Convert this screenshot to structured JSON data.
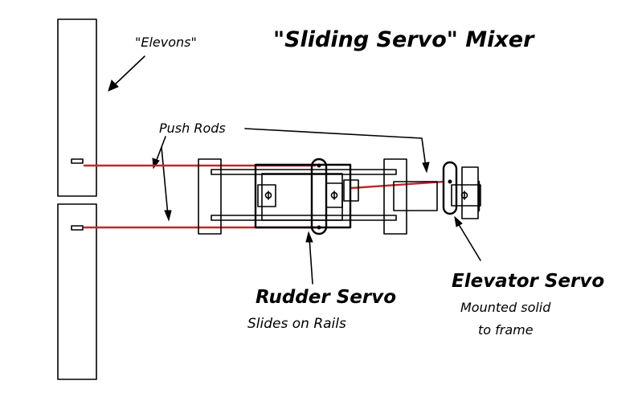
{
  "diagram": {
    "title": "\"Sliding Servo\" Mixer",
    "labels": {
      "elevons": "\"Elevons\"",
      "push_rods": "Push Rods",
      "rudder_servo": "Rudder Servo",
      "rudder_servo_note": "Slides on Rails",
      "elevator_servo": "Elevator Servo",
      "elevator_servo_note_line1": "Mounted solid",
      "elevator_servo_note_line2": "to frame"
    },
    "colors": {
      "push_rod": "#c4262e",
      "outline": "#000000",
      "background": "#ffffff"
    }
  }
}
